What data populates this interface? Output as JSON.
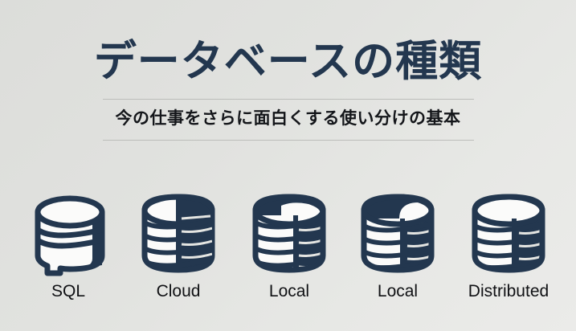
{
  "slide": {
    "title": "データベースの種類",
    "subtitle": "今の仕事をさらに面白くする使い分けの基本"
  },
  "colors": {
    "navy": "#23374f",
    "ink": "#14161a",
    "rule": "#bcbdba",
    "background_start": "#dcddda",
    "background_end": "#ebebe9",
    "body_white": "#fbfbfa"
  },
  "databases": [
    {
      "label": "SQL",
      "icon": "database-cylinder-icon",
      "style": "white-two-band"
    },
    {
      "label": "Cloud",
      "icon": "database-cylinder-icon",
      "style": "half-split-striped"
    },
    {
      "label": "Local",
      "icon": "database-cylinder-icon",
      "style": "dark-with-left-stripes-notch"
    },
    {
      "label": "Local",
      "icon": "database-cylinder-icon",
      "style": "dark-with-left-stripes-crescent"
    },
    {
      "label": "Distributed",
      "icon": "database-cylinder-icon",
      "style": "white-top-left-stripes"
    }
  ]
}
